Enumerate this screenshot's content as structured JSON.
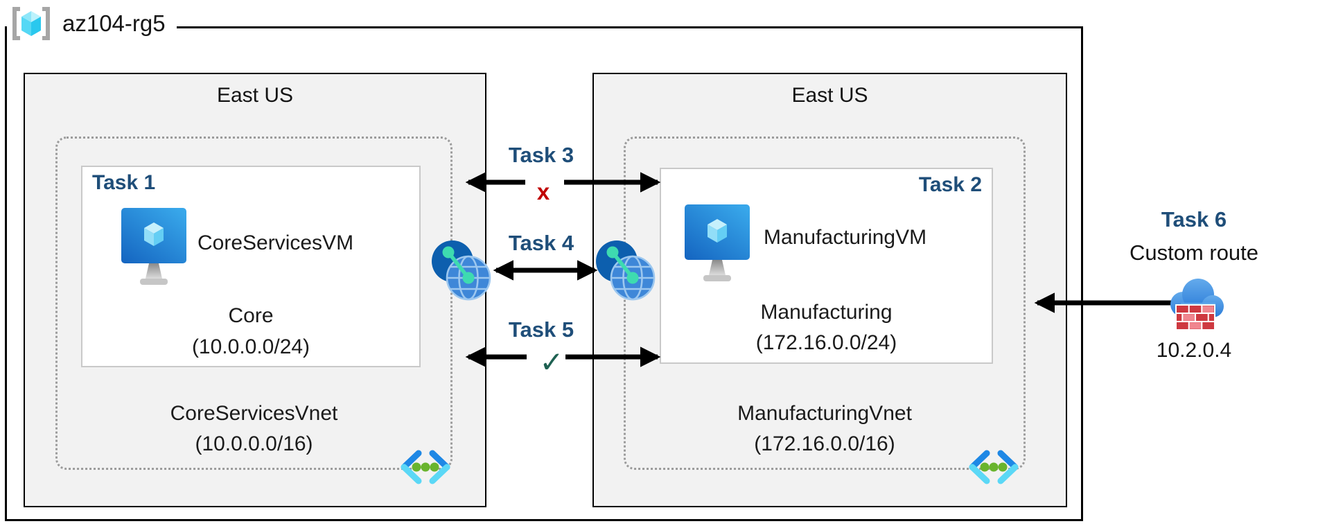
{
  "resource_group": {
    "name": "az104-rg5"
  },
  "regions": [
    {
      "title": "East US",
      "vnet": {
        "name": "CoreServicesVnet",
        "cidr": "(10.0.0.0/16)"
      },
      "subnet": {
        "task_label": "Task 1",
        "vm_name": "CoreServicesVM",
        "name": "Core",
        "cidr": "(10.0.0.0/24)"
      }
    },
    {
      "title": "East US",
      "vnet": {
        "name": "ManufacturingVnet",
        "cidr": "(172.16.0.0/16)"
      },
      "subnet": {
        "task_label": "Task 2",
        "vm_name": "ManufacturingVM",
        "name": "Manufacturing",
        "cidr": "(172.16.0.0/24)"
      }
    }
  ],
  "connections": {
    "task3": {
      "label": "Task 3",
      "marker": "x"
    },
    "task4": {
      "label": "Task 4"
    },
    "task5": {
      "label": "Task 5",
      "marker": "✓"
    },
    "task6": {
      "label": "Task 6",
      "subtitle": "Custom route",
      "ip": "10.2.0.4"
    }
  },
  "icons": {
    "resource_group": "brackets-cube-icon",
    "vm": "monitor-cube-icon",
    "peering": "network-globe-icon",
    "vnet": "angle-brackets-dots-icon",
    "custom_route": "cloud-firewall-icon"
  },
  "colors": {
    "task_label": "#1F4E79",
    "blocked_x": "#C00000",
    "allowed_check": "#1E6152",
    "arrow": "#000000",
    "region_fill": "#F2F2F2"
  }
}
